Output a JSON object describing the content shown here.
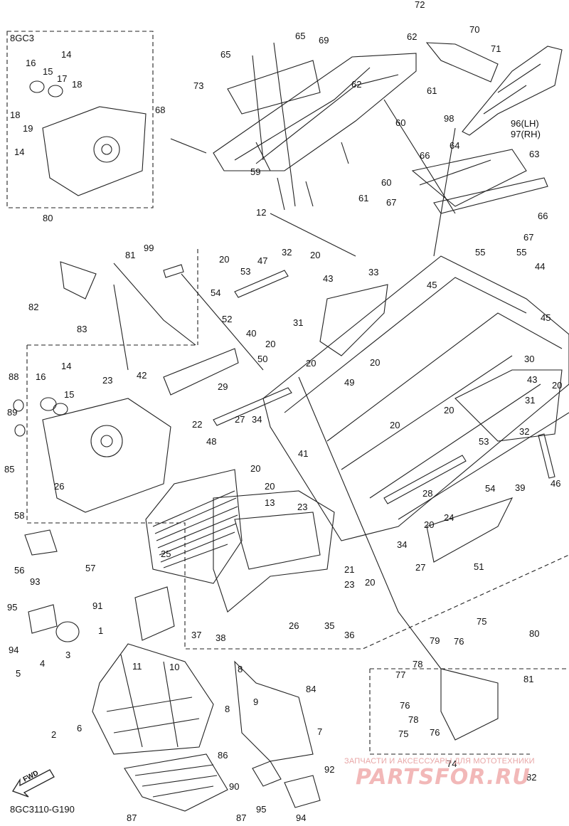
{
  "diagram": {
    "code": "8GC3110-G190",
    "inset_label": "8GC3",
    "fwd_label": "FWD",
    "watermark": {
      "tagline": "ЗАПЧАСТИ И АКСЕССУАРЫ ДЛЯ МОТОТЕХНИКИ",
      "brand": "PARTSFOR.RU"
    },
    "callouts": [
      {
        "label": "72"
      },
      {
        "label": "62"
      },
      {
        "label": "70"
      },
      {
        "label": "65"
      },
      {
        "label": "69"
      },
      {
        "label": "71"
      },
      {
        "label": "65"
      },
      {
        "label": "73"
      },
      {
        "label": "62"
      },
      {
        "label": "61"
      },
      {
        "label": "68"
      },
      {
        "label": "60"
      },
      {
        "label": "98"
      },
      {
        "label": "96(LH)"
      },
      {
        "label": "97(RH)"
      },
      {
        "label": "64"
      },
      {
        "label": "63"
      },
      {
        "label": "66"
      },
      {
        "label": "59"
      },
      {
        "label": "61"
      },
      {
        "label": "60"
      },
      {
        "label": "67"
      },
      {
        "label": "12"
      },
      {
        "label": "66"
      },
      {
        "label": "67"
      },
      {
        "label": "80"
      },
      {
        "label": "81"
      },
      {
        "label": "99"
      },
      {
        "label": "20"
      },
      {
        "label": "32"
      },
      {
        "label": "20"
      },
      {
        "label": "47"
      },
      {
        "label": "53"
      },
      {
        "label": "55"
      },
      {
        "label": "55"
      },
      {
        "label": "44"
      },
      {
        "label": "82"
      },
      {
        "label": "83"
      },
      {
        "label": "54"
      },
      {
        "label": "43"
      },
      {
        "label": "33"
      },
      {
        "label": "45"
      },
      {
        "label": "31"
      },
      {
        "label": "40"
      },
      {
        "label": "45"
      },
      {
        "label": "52"
      },
      {
        "label": "20"
      },
      {
        "label": "50"
      },
      {
        "label": "30"
      },
      {
        "label": "14"
      },
      {
        "label": "16"
      },
      {
        "label": "15"
      },
      {
        "label": "88"
      },
      {
        "label": "23"
      },
      {
        "label": "42"
      },
      {
        "label": "20"
      },
      {
        "label": "20"
      },
      {
        "label": "49"
      },
      {
        "label": "43"
      },
      {
        "label": "20"
      },
      {
        "label": "29"
      },
      {
        "label": "89"
      },
      {
        "label": "31"
      },
      {
        "label": "22"
      },
      {
        "label": "27"
      },
      {
        "label": "34"
      },
      {
        "label": "20"
      },
      {
        "label": "32"
      },
      {
        "label": "20"
      },
      {
        "label": "85"
      },
      {
        "label": "48"
      },
      {
        "label": "53"
      },
      {
        "label": "41"
      },
      {
        "label": "20"
      },
      {
        "label": "26"
      },
      {
        "label": "20"
      },
      {
        "label": "39"
      },
      {
        "label": "54"
      },
      {
        "label": "28"
      },
      {
        "label": "46"
      },
      {
        "label": "13"
      },
      {
        "label": "23"
      },
      {
        "label": "24"
      },
      {
        "label": "20"
      },
      {
        "label": "58"
      },
      {
        "label": "25"
      },
      {
        "label": "34"
      },
      {
        "label": "27"
      },
      {
        "label": "51"
      },
      {
        "label": "21"
      },
      {
        "label": "56"
      },
      {
        "label": "57"
      },
      {
        "label": "23"
      },
      {
        "label": "20"
      },
      {
        "label": "93"
      },
      {
        "label": "91"
      },
      {
        "label": "95"
      },
      {
        "label": "26"
      },
      {
        "label": "35"
      },
      {
        "label": "36"
      },
      {
        "label": "37"
      },
      {
        "label": "38"
      },
      {
        "label": "1"
      },
      {
        "label": "75"
      },
      {
        "label": "80"
      },
      {
        "label": "94"
      },
      {
        "label": "11"
      },
      {
        "label": "10"
      },
      {
        "label": "84"
      },
      {
        "label": "79"
      },
      {
        "label": "76"
      },
      {
        "label": "3"
      },
      {
        "label": "4"
      },
      {
        "label": "8"
      },
      {
        "label": "78"
      },
      {
        "label": "5"
      },
      {
        "label": "9"
      },
      {
        "label": "77"
      },
      {
        "label": "81"
      },
      {
        "label": "76"
      },
      {
        "label": "8"
      },
      {
        "label": "2"
      },
      {
        "label": "6"
      },
      {
        "label": "7"
      },
      {
        "label": "78"
      },
      {
        "label": "75"
      },
      {
        "label": "76"
      },
      {
        "label": "74"
      },
      {
        "label": "86"
      },
      {
        "label": "92"
      },
      {
        "label": "90"
      },
      {
        "label": "82"
      },
      {
        "label": "95"
      },
      {
        "label": "87"
      },
      {
        "label": "87"
      },
      {
        "label": "94"
      },
      {
        "label": "14"
      },
      {
        "label": "16"
      },
      {
        "label": "15"
      },
      {
        "label": "17"
      },
      {
        "label": "18"
      },
      {
        "label": "18"
      },
      {
        "label": "19"
      },
      {
        "label": "14"
      }
    ]
  }
}
